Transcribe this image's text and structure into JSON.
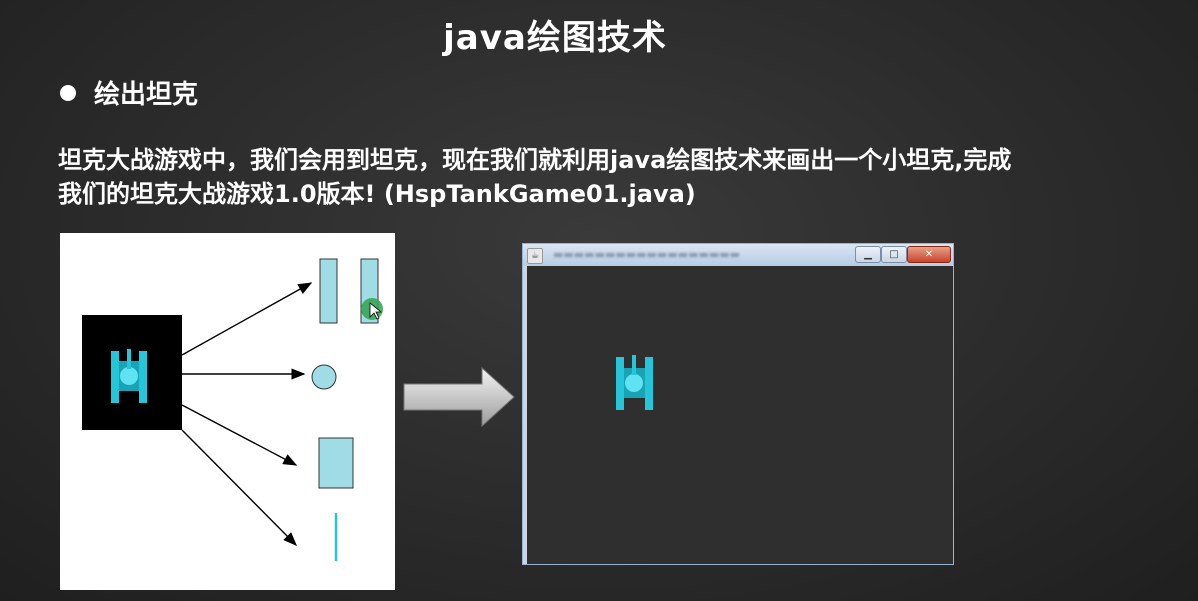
{
  "slide": {
    "title": "java绘图技术",
    "bullet": "绘出坦克",
    "description_line1": "坦克大战游戏中，我们会用到坦克，现在我们就利用java绘图技术来画出一个小坦克,完成",
    "description_line2": "我们的坦克大战游戏1.0版本! (HspTankGame01.java)"
  },
  "diagram": {
    "shapes": [
      "tall-rectangle",
      "tall-rectangle",
      "circle",
      "rectangle",
      "line"
    ],
    "colors": {
      "shape_fill": "#9fdce6",
      "tank": "#26c6da",
      "tank_bg": "#000000"
    }
  },
  "app_window": {
    "title_icon": "java-app-icon",
    "buttons": [
      "minimize-icon",
      "maximize-icon",
      "close-icon"
    ],
    "background": "#2f2f2f"
  },
  "colors": {
    "accent": "#26c6da",
    "slide_bg": "#2b2b2b"
  }
}
